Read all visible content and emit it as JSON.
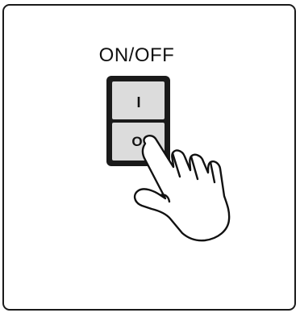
{
  "switch": {
    "label": "ON/OFF",
    "on_symbol": "I",
    "off_symbol": "O",
    "state": "off"
  },
  "colors": {
    "frame_border": "#1a1a1a",
    "switch_housing": "#1a1a1a",
    "rocker_face": "#dcdcdc",
    "hand_outline": "#111111",
    "hand_fill": "#ffffff"
  },
  "icons": {
    "pointer": "hand-pointer-icon"
  }
}
